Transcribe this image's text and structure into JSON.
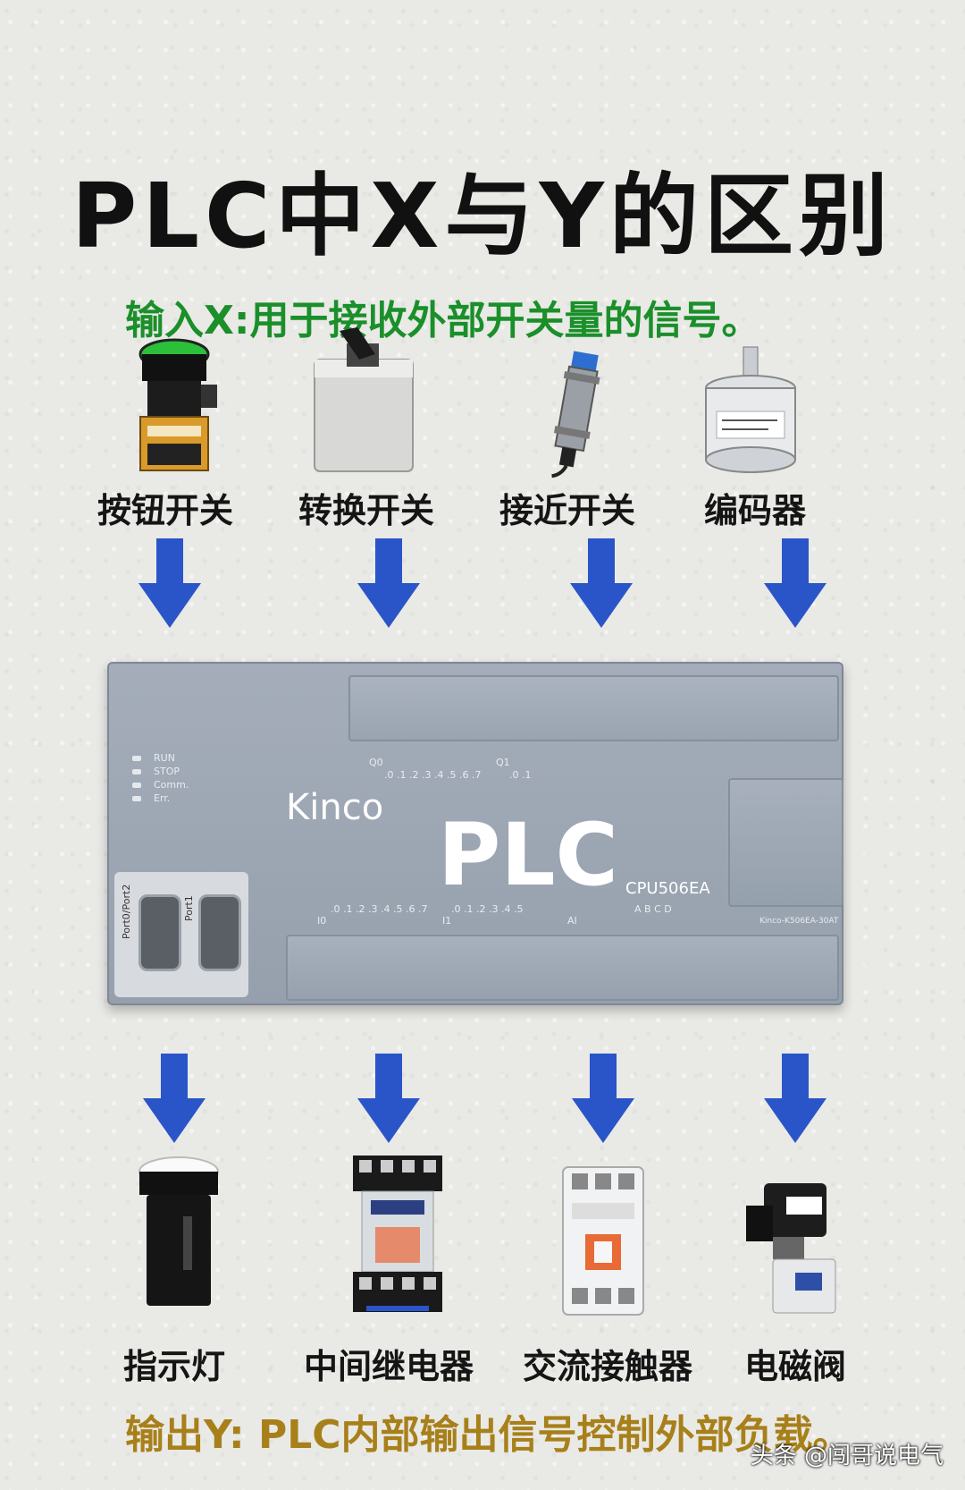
{
  "title": "PLC中X与Y的区别",
  "input_caption": "输入X:用于接收外部开关量的信号。",
  "output_caption": "输出Y: PLC内部输出信号控制外部负载。",
  "inputs": [
    {
      "label": "按钮开关",
      "icon": "push-button-icon"
    },
    {
      "label": "转换开关",
      "icon": "selector-switch-icon"
    },
    {
      "label": "接近开关",
      "icon": "proximity-sensor-icon"
    },
    {
      "label": "编码器",
      "icon": "encoder-icon"
    }
  ],
  "outputs": [
    {
      "label": "指示灯",
      "icon": "indicator-lamp-icon"
    },
    {
      "label": "中间继电器",
      "icon": "relay-icon"
    },
    {
      "label": "交流接触器",
      "icon": "contactor-icon"
    },
    {
      "label": "电磁阀",
      "icon": "solenoid-valve-icon"
    }
  ],
  "plc": {
    "brand": "Kinco",
    "name": "PLC",
    "model": "CPU506EA",
    "leds": [
      "RUN",
      "STOP",
      "Comm.",
      "Err."
    ],
    "q0_label": "Q0",
    "q0_digits": ".0 .1 .2 .3 .4 .5 .6 .7",
    "q1_label": "Q1",
    "q1_digits": ".0 .1",
    "i0_label": "I0",
    "i0_digits": ".0 .1 .2 .3 .4 .5 .6 .7",
    "i1_label": "I1",
    "i1_digits": ".0 .1 .2 .3 .4 .5",
    "ai_label": "AI",
    "ai_digits": "A B C D",
    "port0": "Port0/Port2",
    "port1": "Port1",
    "serial": "Kinco-K506EA-30AT"
  },
  "colors": {
    "arrow": "#2a55c9",
    "input_caption": "#1a8f2a",
    "output_caption": "#a8801a"
  },
  "watermark": "头条 @闯哥说电气"
}
